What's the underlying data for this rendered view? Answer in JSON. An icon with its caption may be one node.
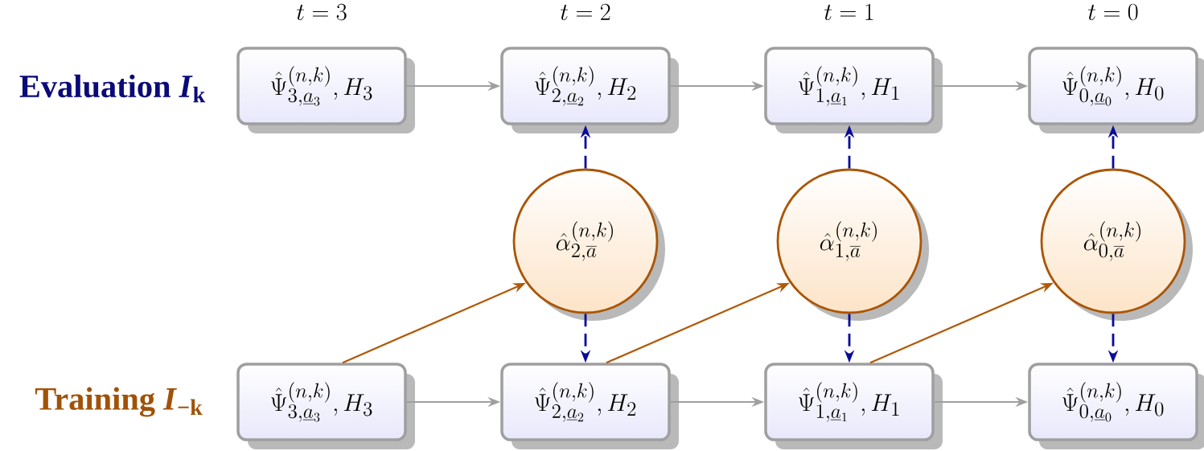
{
  "diagram": {
    "nodes": [
      {
        "text": [
          "\\hat{\\Psi}^{(n,k)}_{3,\\underline{a}_3}, H_3"
        ]
      },
      {
        "text": [
          "\\hat{\\Psi}^{(n,k)}_{2,\\underline{a}_2}, H_2"
        ]
      },
      {
        "text": [
          "\\hat{\\Psi}^{(n,k)}_{1,\\underline{a}_1}, H_1"
        ]
      },
      {
        "text": [
          "\\hat{\\Psi}^{(n,k)}_{0,\\underline{a}_0}, H_0"
        ]
      },
      {
        "text": [
          "\\hat{\\alpha}^{(n,k)}_{2,\\overline{a}}"
        ]
      },
      {
        "text": [
          "\\hat{\\alpha}^{(n,k)}_{1,\\overline{a}}"
        ]
      },
      {
        "text": [
          "\\hat{\\alpha}^{(n,k)}_{0,\\overline{a}}"
        ]
      },
      {
        "text": [
          "\\hat{\\Psi}^{(n,k)}_{3,\\underline{a}_3}, H_3"
        ]
      },
      {
        "text": [
          "\\hat{\\Psi}^{(n,k)}_{2,\\underline{a}_2}, H_2"
        ]
      },
      {
        "text": [
          "\\hat{\\Psi}^{(n,k)}_{1,\\underline{a}_1}, H_1"
        ]
      },
      {
        "text": [
          "\\hat{\\Psi}^{(n,k)}_{0,\\underline{a}_0}, H_0"
        ]
      }
    ],
    "edges": [
      {
        "from": 0,
        "to": 1,
        "arrow": "to"
      },
      {
        "from": 1,
        "to": 2,
        "arrow": "to"
      },
      {
        "from": 2,
        "to": 3,
        "arrow": "to"
      },
      {
        "from": 4,
        "to": 1,
        "arrow": "to",
        "style": "dashed",
        "color": "#0a0a9a"
      },
      {
        "from": 5,
        "to": 2,
        "arrow": "to",
        "style": "dashed",
        "color": "#0a0a9a"
      },
      {
        "from": 6,
        "to": 3,
        "arrow": "to",
        "style": "dashed",
        "color": "#0a0a9a"
      },
      {
        "from": 7,
        "to": 4,
        "arrow": "to",
        "color": "#b05a08"
      },
      {
        "from": 8,
        "to": 5,
        "arrow": "to",
        "color": "#b05a08"
      },
      {
        "from": 9,
        "to": 6,
        "arrow": "to",
        "color": "#b05a08"
      },
      {
        "from": 4,
        "to": 8,
        "arrow": "to",
        "style": "dashed",
        "color": "#0a0a9a"
      },
      {
        "from": 5,
        "to": 9,
        "arrow": "to",
        "style": "dashed",
        "color": "#0a0a9a"
      },
      {
        "from": 6,
        "to": 10,
        "arrow": "to",
        "style": "dashed",
        "color": "#0a0a9a"
      },
      {
        "from": 7,
        "to": 8,
        "arrow": "to"
      },
      {
        "from": 8,
        "to": 9,
        "arrow": "to"
      },
      {
        "from": 9,
        "to": 10,
        "arrow": "to"
      }
    ],
    "labels": [
      "t = 3",
      "t = 2",
      "t = 1",
      "t = 0",
      "Evaluation *I*$_{k}$",
      "Training *I*$_{−k}$"
    ]
  }
}
